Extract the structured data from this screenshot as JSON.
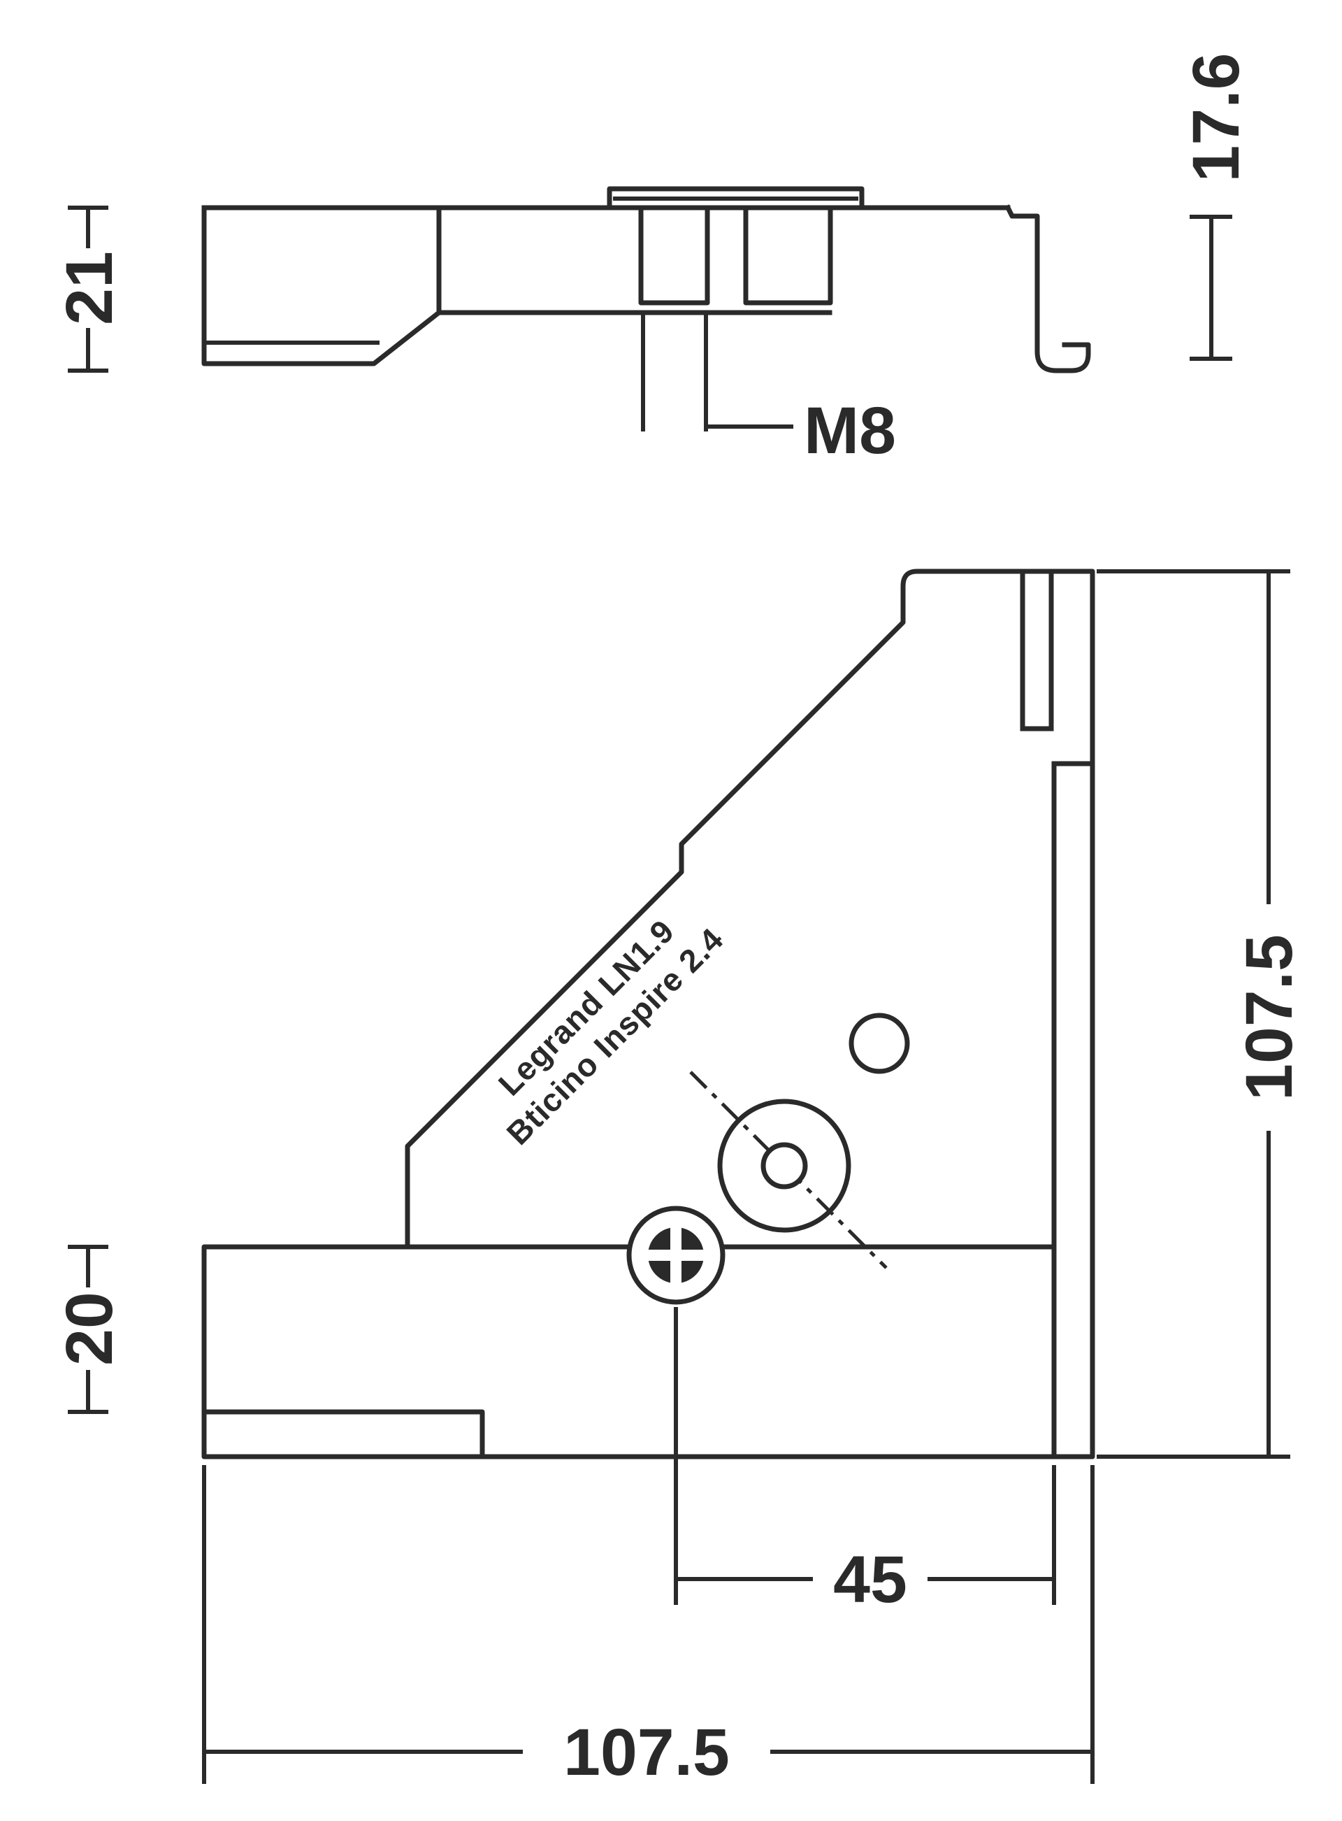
{
  "drawing": {
    "background": "#ffffff",
    "line_color": "#2a2a2a",
    "top_view": {
      "dim_height_left": "21",
      "dim_height_right": "17.6",
      "thread_label": "M8"
    },
    "main_view": {
      "dim_arm_thickness": "20",
      "dim_height_right": "107.5",
      "dim_hole_offset": "45",
      "dim_width_bottom": "107.5",
      "engraving_line1": "Legrand LN1.9",
      "engraving_line2": "Bticino Inspire 2.4"
    }
  }
}
